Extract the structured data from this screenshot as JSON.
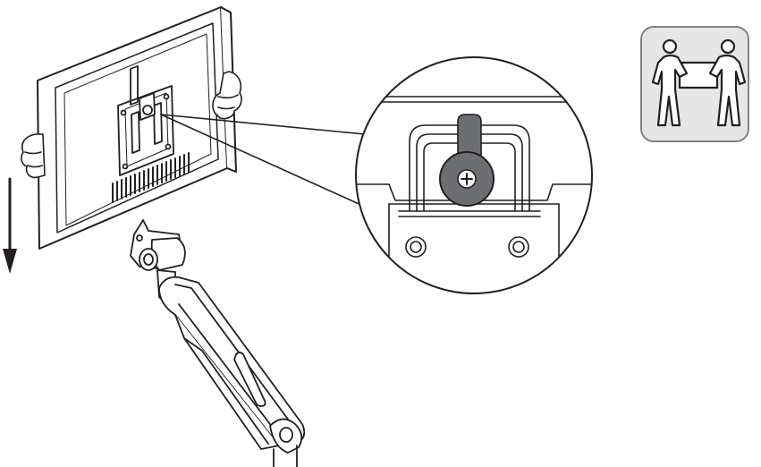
{
  "diagram": {
    "step": "attach-monitor-to-arm",
    "direction": "down",
    "detail_view": "screw-mount-closeup",
    "badge": "two-person-lift",
    "colors": {
      "stroke": "#231f20",
      "background": "#ffffff",
      "screw_fill": "#6d6e71",
      "badge_fill": "#e6e6e6",
      "badge_stroke": "#808285"
    }
  }
}
